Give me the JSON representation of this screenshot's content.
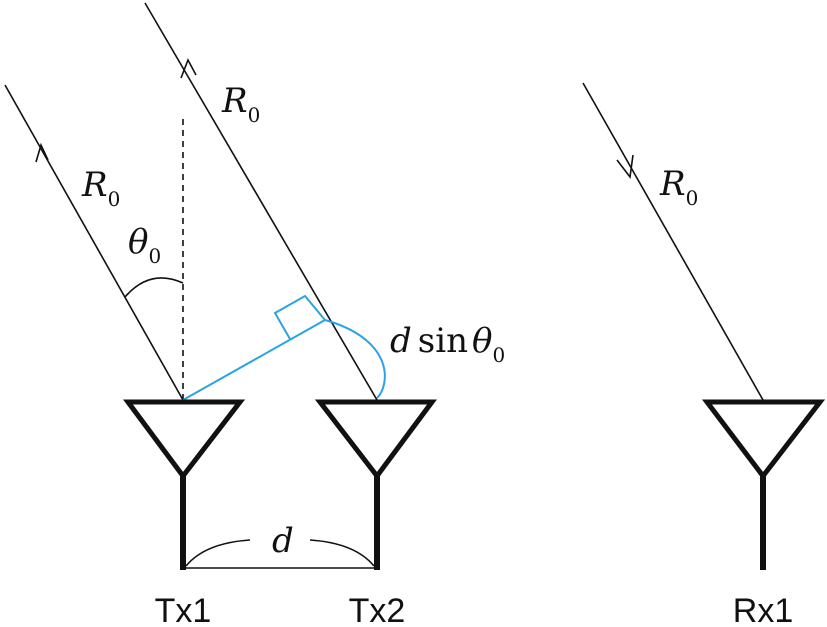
{
  "antennas": {
    "tx1": "Tx1",
    "tx2": "Tx2",
    "rx1": "Rx1"
  },
  "labels": {
    "range_symbol": "R",
    "range_subscript": "0",
    "theta_symbol": "θ",
    "theta_subscript": "0",
    "d_symbol": "d",
    "path_diff_d": "d",
    "path_diff_sin": "sin",
    "path_diff_theta": "θ",
    "path_diff_subscript": "0"
  },
  "colors": {
    "ink": "#111111",
    "accent": "#29a3e6"
  }
}
